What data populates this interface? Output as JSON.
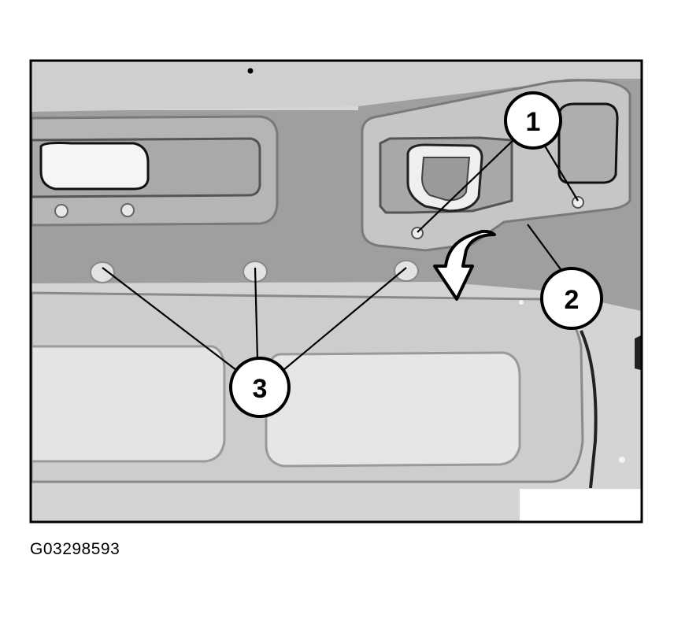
{
  "figure": {
    "caption": "G03298593",
    "callouts": [
      {
        "id": "callout-1",
        "label": "1"
      },
      {
        "id": "callout-2",
        "label": "2"
      },
      {
        "id": "callout-3",
        "label": "3"
      }
    ],
    "colors": {
      "panel_light": "#d9d9d9",
      "panel_mid": "#a6a6a6",
      "recess_dark": "#8c8c8c",
      "frame": "#000000",
      "callout_fill": "#ffffff"
    }
  }
}
